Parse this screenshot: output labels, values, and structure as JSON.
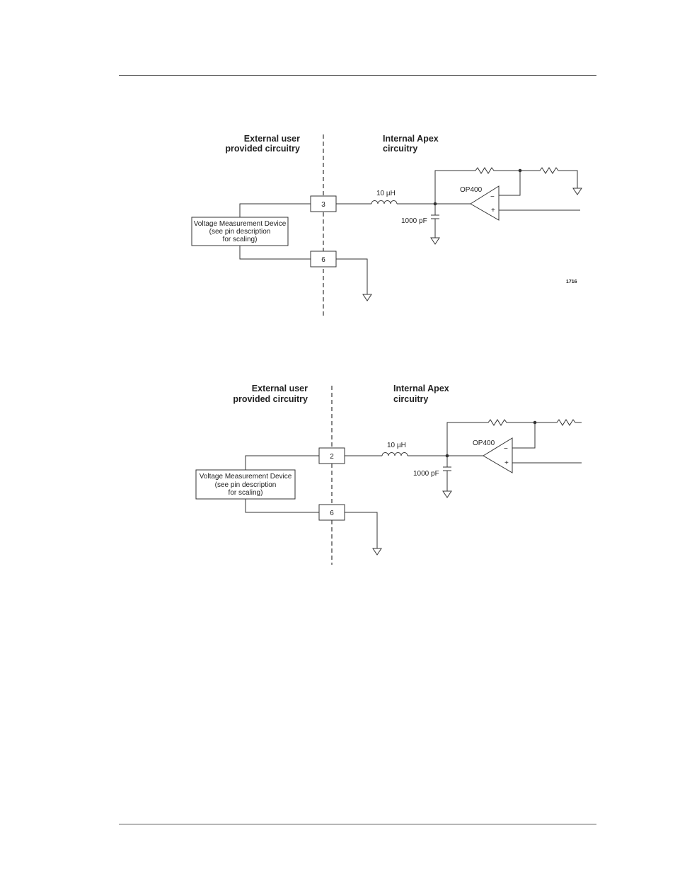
{
  "diagrams": [
    {
      "external_header_line1": "External user",
      "external_header_line2": "provided circuitry",
      "internal_header_line1": "Internal Apex",
      "internal_header_line2": "circuitry",
      "signal_pin": "3",
      "ground_pin": "6",
      "inductor_label": "10 µH",
      "capacitor_label": "1000 pF",
      "opamp_label": "OP400",
      "opamp_minus": "−",
      "opamp_plus": "+",
      "device_line1": "Voltage Measurement Device",
      "device_line2": "(see pin description",
      "device_line3": "for scaling)",
      "figure_number": "1716"
    },
    {
      "external_header_line1": "External user",
      "external_header_line2": "provided circuitry",
      "internal_header_line1": "Internal Apex",
      "internal_header_line2": "circuitry",
      "signal_pin": "2",
      "ground_pin": "6",
      "inductor_label": "10 µH",
      "capacitor_label": "1000 pF",
      "opamp_label": "OP400",
      "opamp_minus": "−",
      "opamp_plus": "+",
      "device_line1": "Voltage Measurement Device",
      "device_line2": "(see pin description",
      "device_line3": "for scaling)"
    }
  ]
}
